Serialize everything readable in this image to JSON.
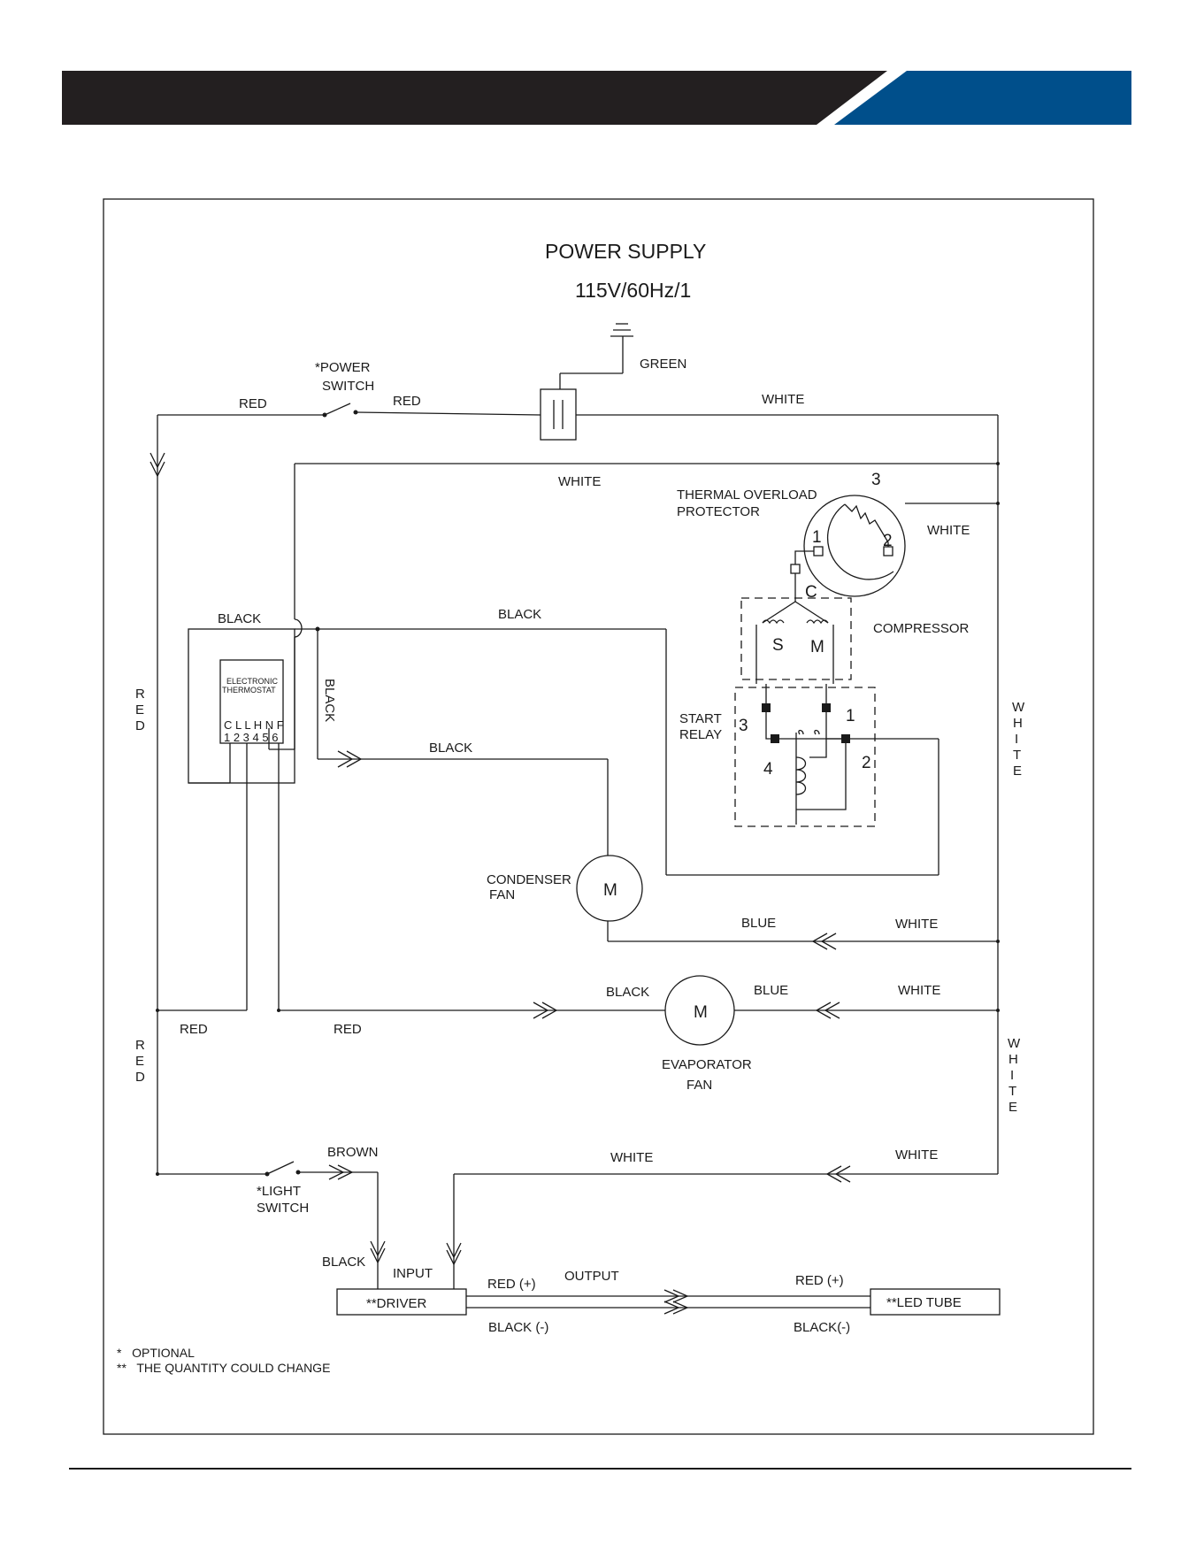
{
  "colors": {
    "header_dark": "#231f20",
    "header_blue": "#004f8b",
    "line": "#1a1a1a"
  },
  "diagram": {
    "title": "POWER SUPPLY",
    "subtitle": "115V/60Hz/1",
    "wires": {
      "green": "GREEN",
      "red_main": "RED",
      "red_after_switch": "RED",
      "white_top": "WHITE",
      "white_inner": "WHITE",
      "white_protector": "WHITE",
      "black_thermostat": "BLACK",
      "black_compressor": "BLACK",
      "black_vertical": "BLACK",
      "black_condenser": "BLACK",
      "blue_condenser": "BLUE",
      "white_condenser": "WHITE",
      "black_evap": "BLACK",
      "blue_evap": "BLUE",
      "white_evap": "WHITE",
      "red_left_1": "RED",
      "red_left_2": "RED",
      "red_bottom_1": "RED",
      "red_bottom_2": "RED",
      "white_right_1": "WHITE",
      "white_right_2": "WHITE",
      "brown": "BROWN",
      "white_light_1": "WHITE",
      "white_light_2": "WHITE",
      "black_driver": "BLACK",
      "red_plus_1": "RED (+)",
      "red_plus_2": "RED (+)",
      "black_minus_1": "BLACK (-)",
      "black_minus_2": "BLACK(-)"
    },
    "components": {
      "power_switch_1": "*POWER",
      "power_switch_2": "SWITCH",
      "thermal_1": "THERMAL OVERLOAD",
      "thermal_2": "PROTECTOR",
      "compressor": "COMPRESSOR",
      "start_relay_1": "START",
      "start_relay_2": "RELAY",
      "thermostat_1": "ELECTRONIC",
      "thermostat_2": "THERMOSTAT",
      "thermostat_pins_letters": "C L L H N F",
      "thermostat_pins_numbers": "1 2 3 4 5 6",
      "condenser_1": "CONDENSER",
      "condenser_2": "FAN",
      "motor_letter_1": "M",
      "motor_letter_2": "M",
      "evap_1": "EVAPORATOR",
      "evap_2": "FAN",
      "light_switch_1": "*LIGHT",
      "light_switch_2": "SWITCH",
      "input": "INPUT",
      "output": "OUTPUT",
      "driver": "**DRIVER",
      "led_tube": "**LED TUBE",
      "protector_pin_1": "1",
      "protector_pin_2": "2",
      "protector_pin_3": "3",
      "compressor_c": "C",
      "compressor_s": "S",
      "compressor_m": "M",
      "relay_pin_1": "1",
      "relay_pin_2": "2",
      "relay_pin_3": "3",
      "relay_pin_4": "4"
    },
    "notes": {
      "note_1": "*   OPTIONAL",
      "note_2": "**   THE QUANTITY COULD CHANGE"
    }
  }
}
